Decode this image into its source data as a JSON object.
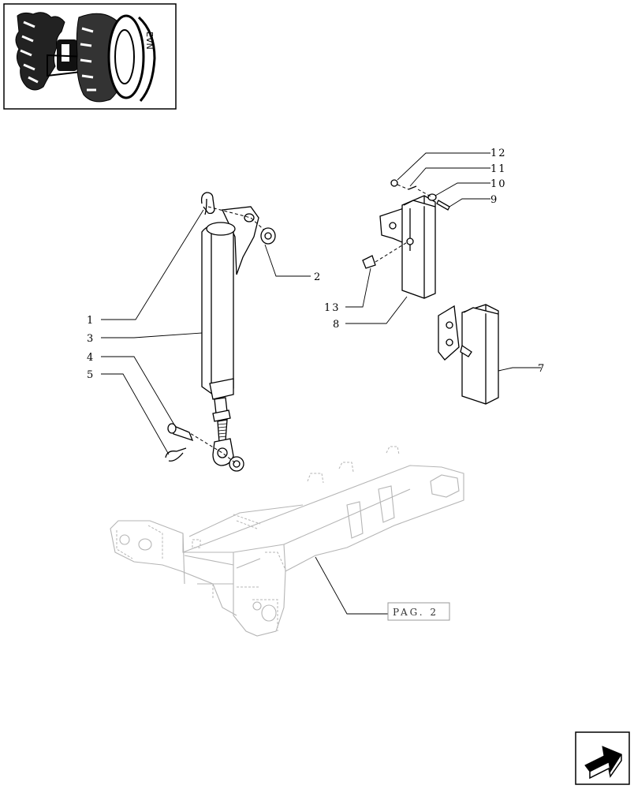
{
  "callouts": {
    "c1": "1",
    "c2": "2",
    "c3": "3",
    "c4": "4",
    "c5": "5",
    "c7": "7",
    "c8": "8",
    "c9": "9",
    "c10": "10",
    "c11": "11",
    "c12": "12",
    "c13": "13"
  },
  "page_reference": "PAG. 2",
  "thumbnail": {
    "icon": "tractor-location-thumbnail"
  },
  "navigation": {
    "icon": "next-page-arrow-icon"
  }
}
